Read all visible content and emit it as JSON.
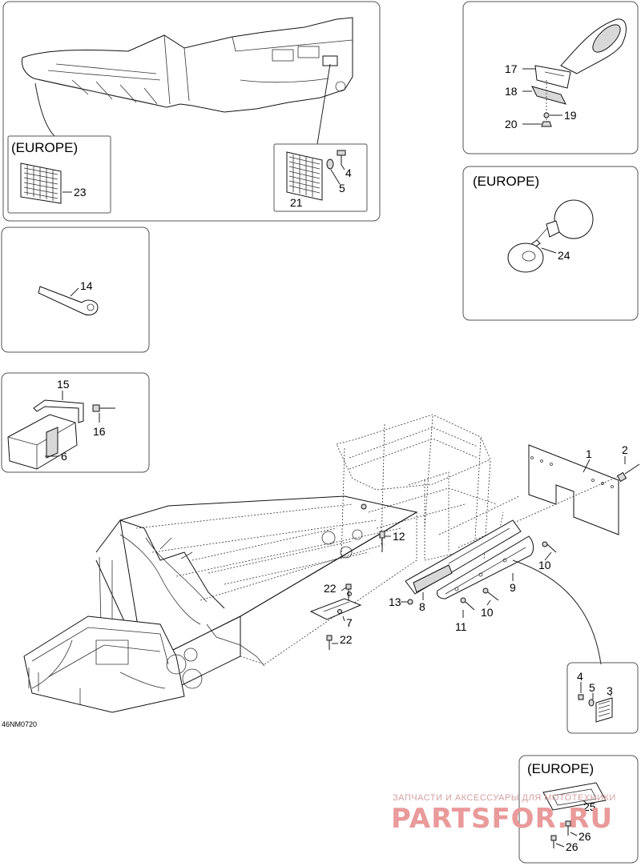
{
  "diagram_code": "46NM0720",
  "europe_label": "(EUROPE)",
  "callouts": {
    "c1": "1",
    "c2": "2",
    "c3": "3",
    "c4a": "4",
    "c4b": "4",
    "c5a": "5",
    "c5b": "5",
    "c6": "6",
    "c7": "7",
    "c8": "8",
    "c9": "9",
    "c10a": "10",
    "c10b": "10",
    "c11": "11",
    "c12": "12",
    "c13": "13",
    "c14": "14",
    "c15": "15",
    "c16": "16",
    "c17": "17",
    "c18": "18",
    "c19": "19",
    "c20": "20",
    "c21": "21",
    "c22a": "22",
    "c22b": "22",
    "c23": "23",
    "c24": "24",
    "c25": "25",
    "c26a": "26",
    "c26b": "26"
  },
  "watermark": {
    "tagline": "ЗАПЧАСТИ И АКСЕССУАРЫ ДЛЯ МОТОТЕХНИКИ",
    "logo": "PARTSFOR.RU"
  }
}
